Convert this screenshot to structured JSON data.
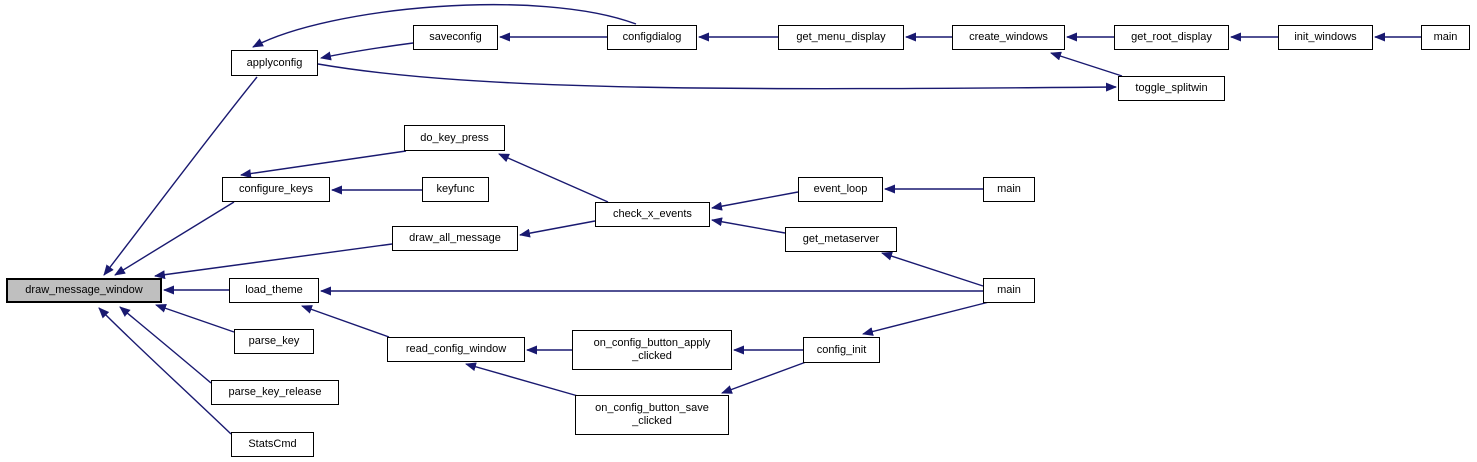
{
  "diagram": {
    "type": "caller-graph",
    "highlighted_node": "draw_message_window",
    "nodes": {
      "draw_message_window": "draw_message_window",
      "applyconfig": "applyconfig",
      "saveconfig": "saveconfig",
      "configdialog": "configdialog",
      "get_menu_display": "get_menu_display",
      "create_windows": "create_windows",
      "get_root_display": "get_root_display",
      "init_windows": "init_windows",
      "main_top": "main",
      "toggle_splitwin": "toggle_splitwin",
      "do_key_press": "do_key_press",
      "configure_keys": "configure_keys",
      "keyfunc": "keyfunc",
      "check_x_events": "check_x_events",
      "event_loop": "event_loop",
      "main_event": "main",
      "draw_all_message": "draw_all_message",
      "get_metaserver": "get_metaserver",
      "load_theme": "load_theme",
      "main_right": "main",
      "parse_key": "parse_key",
      "read_config_window": "read_config_window",
      "on_config_button_apply_clicked": "on_config_button_apply\n_clicked",
      "config_init": "config_init",
      "on_config_button_save_clicked": "on_config_button_save\n_clicked",
      "parse_key_release": "parse_key_release",
      "StatsCmd": "StatsCmd"
    },
    "edges": [
      {
        "from": "applyconfig",
        "to": "draw_message_window"
      },
      {
        "from": "saveconfig",
        "to": "applyconfig"
      },
      {
        "from": "configdialog",
        "to": "applyconfig"
      },
      {
        "from": "configdialog",
        "to": "saveconfig"
      },
      {
        "from": "get_menu_display",
        "to": "configdialog"
      },
      {
        "from": "create_windows",
        "to": "get_menu_display"
      },
      {
        "from": "get_root_display",
        "to": "create_windows"
      },
      {
        "from": "init_windows",
        "to": "get_root_display"
      },
      {
        "from": "main_top",
        "to": "init_windows"
      },
      {
        "from": "toggle_splitwin",
        "to": "create_windows"
      },
      {
        "from": "applyconfig",
        "to": "toggle_splitwin"
      },
      {
        "from": "do_key_press",
        "to": "configure_keys"
      },
      {
        "from": "check_x_events",
        "to": "do_key_press"
      },
      {
        "from": "keyfunc",
        "to": "configure_keys"
      },
      {
        "from": "check_x_events",
        "to": "draw_all_message"
      },
      {
        "from": "event_loop",
        "to": "check_x_events"
      },
      {
        "from": "get_metaserver",
        "to": "check_x_events"
      },
      {
        "from": "main_event",
        "to": "event_loop"
      },
      {
        "from": "main_right",
        "to": "get_metaserver"
      },
      {
        "from": "draw_all_message",
        "to": "draw_message_window"
      },
      {
        "from": "configure_keys",
        "to": "draw_message_window"
      },
      {
        "from": "load_theme",
        "to": "draw_message_window"
      },
      {
        "from": "main_right",
        "to": "load_theme"
      },
      {
        "from": "read_config_window",
        "to": "load_theme"
      },
      {
        "from": "parse_key",
        "to": "draw_message_window"
      },
      {
        "from": "parse_key_release",
        "to": "draw_message_window"
      },
      {
        "from": "StatsCmd",
        "to": "draw_message_window"
      },
      {
        "from": "on_config_button_apply_clicked",
        "to": "read_config_window"
      },
      {
        "from": "config_init",
        "to": "on_config_button_apply_clicked"
      },
      {
        "from": "on_config_button_save_clicked",
        "to": "read_config_window"
      },
      {
        "from": "config_init",
        "to": "on_config_button_save_clicked"
      },
      {
        "from": "main_right",
        "to": "config_init"
      }
    ],
    "colors": {
      "edge": "#191970",
      "node_border": "#000000",
      "node_fill": "#ffffff",
      "highlight_fill": "#bfbfbf",
      "background": "#ffffff"
    }
  }
}
